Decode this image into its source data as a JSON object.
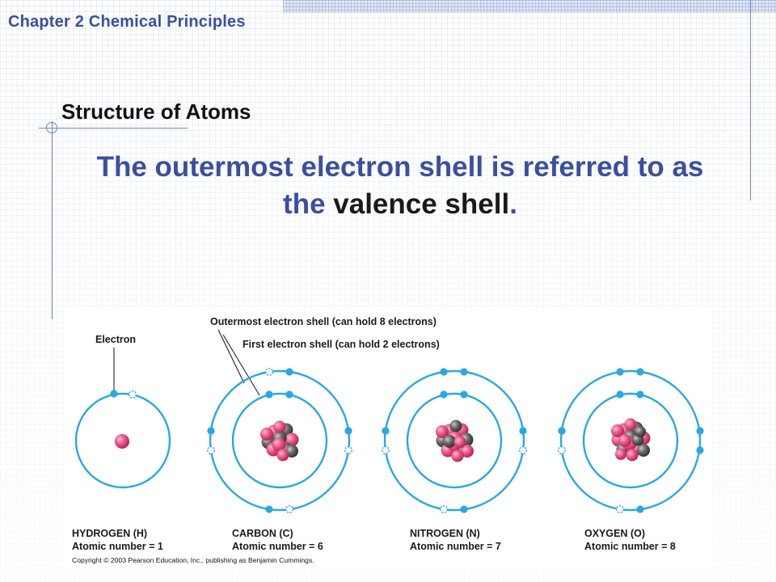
{
  "header": {
    "chapter_title": "Chapter 2  Chemical Principles"
  },
  "slide": {
    "section_title": "Structure of Atoms",
    "main_text_before": "The outermost electron shell is referred to as the ",
    "main_text_term": "valence shell",
    "main_text_after": "."
  },
  "figure": {
    "labels": {
      "electron": "Electron",
      "outer_shell": "Outermost electron shell (can hold 8 electrons)",
      "first_shell": "First electron shell (can hold 2 electrons)"
    },
    "atoms": [
      {
        "name": "HYDROGEN (H)",
        "atomic_number_label": "Atomic number = 1",
        "atomic_number": 1
      },
      {
        "name": "CARBON (C)",
        "atomic_number_label": "Atomic number = 6",
        "atomic_number": 6
      },
      {
        "name": "NITROGEN (N)",
        "atomic_number_label": "Atomic number = 7",
        "atomic_number": 7
      },
      {
        "name": "OXYGEN (O)",
        "atomic_number_label": "Atomic number = 8",
        "atomic_number": 8
      }
    ],
    "copyright": "Copyright © 2003 Pearson Education, Inc., publishing as Benjamin Cummings."
  },
  "colors": {
    "title_blue": "#3b4fa0",
    "shell_cyan": "#29a9df",
    "proton_pink": "#e8417a",
    "neutron_gray": "#5f5f5f"
  }
}
